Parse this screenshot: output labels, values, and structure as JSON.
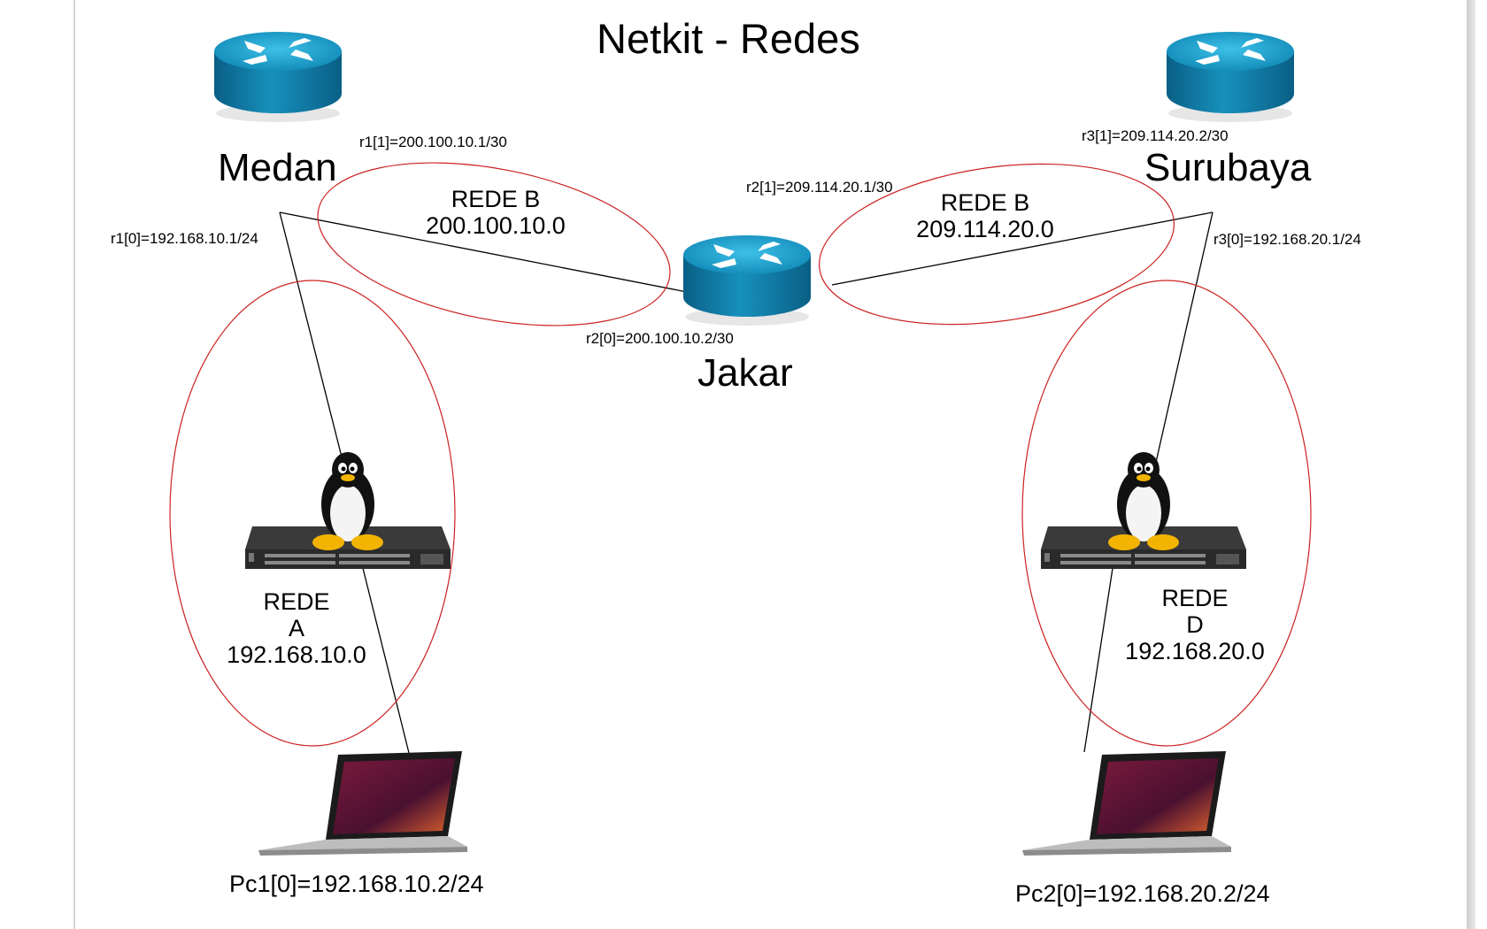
{
  "title": "Netkit - Redes",
  "routers": {
    "medan": "Medan",
    "jakar": "Jakar",
    "surubaya": "Surubaya"
  },
  "interfaces": {
    "r1_1": "r1[1]=200.100.10.1/30",
    "r1_0": "r1[0]=192.168.10.1/24",
    "r2_1": "r2[1]=209.114.20.1/30",
    "r2_0": "r2[0]=200.100.10.2/30",
    "r3_1": "r3[1]=209.114.20.2/30",
    "r3_0": "r3[0]=192.168.20.1/24"
  },
  "networks": {
    "b_left": {
      "name": "REDE B",
      "addr": "200.100.10.0"
    },
    "b_right": {
      "name": "REDE B",
      "addr": "209.114.20.0"
    },
    "a": {
      "name1": "REDE",
      "name2": "A",
      "addr": "192.168.10.0"
    },
    "d": {
      "name1": "REDE",
      "name2": "D",
      "addr": "192.168.20.0"
    }
  },
  "pcs": {
    "pc1": "Pc1[0]=192.168.10.2/24",
    "pc2": "Pc2[0]=192.168.20.2/24"
  },
  "colors": {
    "router_top": "#1fa0cc",
    "router_side": "#0a6f97",
    "ellipse": "#cc2222",
    "link": "#000000"
  }
}
